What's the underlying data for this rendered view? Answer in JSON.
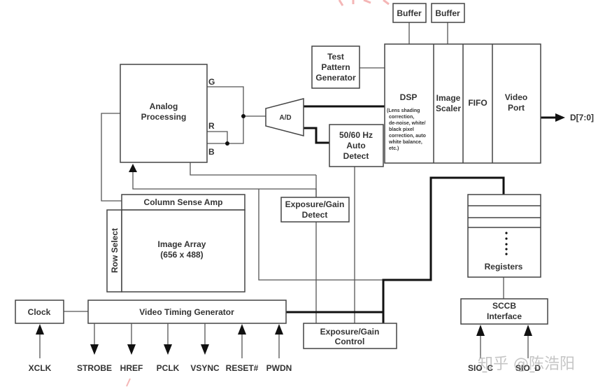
{
  "diagram": {
    "title": "Camera sensor functional block diagram",
    "blocks": {
      "analog_processing": [
        "Analog",
        "Processing"
      ],
      "rgb_pins": {
        "g": "G",
        "r": "R",
        "b": "B"
      },
      "ad": "A/D",
      "test_pattern": [
        "Test",
        "Pattern",
        "Generator"
      ],
      "buffer1": "Buffer",
      "buffer2": "Buffer",
      "dsp_title": "DSP",
      "dsp_desc": [
        "(Lens shading",
        "correction,",
        "de-noise, white/",
        "black pixel",
        "correction, auto",
        "white balance,",
        "etc.)"
      ],
      "image_scaler": [
        "Image",
        "Scaler"
      ],
      "fifo": "FIFO",
      "video_port": [
        "Video",
        "Port"
      ],
      "output_bus": "D[7:0]",
      "auto_detect": [
        "50/60 Hz",
        "Auto",
        "Detect"
      ],
      "column_sense_amp": "Column Sense Amp",
      "row_select": "Row Select",
      "image_array": [
        "Image Array",
        "(656 x 488)"
      ],
      "exposure_detect": [
        "Exposure/Gain",
        "Detect"
      ],
      "exposure_control": [
        "Exposure/Gain",
        "Control"
      ],
      "registers": "Registers",
      "sccb": [
        "SCCB",
        "Interface"
      ],
      "clock": "Clock",
      "video_timing": "Video Timing Generator"
    },
    "pins": {
      "xclk": "XCLK",
      "strobe": "STROBE",
      "href": "HREF",
      "pclk": "PCLK",
      "vsync": "VSYNC",
      "reset": "RESET#",
      "pwdn": "PWDN",
      "sio_c": "SIO_C",
      "sio_d": "SIO_D"
    },
    "watermark": "知乎 @陈浩阳",
    "colors": {
      "line": "#444444",
      "bus": "#111111",
      "text": "#333333",
      "watermark_red": "#f4b6b6"
    }
  }
}
